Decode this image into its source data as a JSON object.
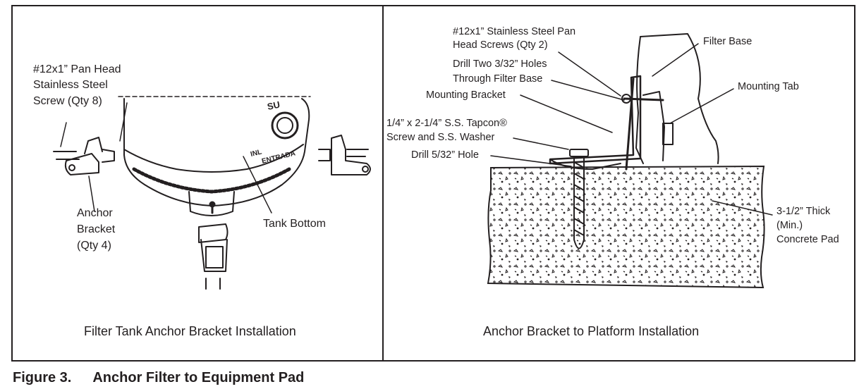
{
  "left_panel": {
    "caption": "Filter Tank Anchor Bracket Installation",
    "labels": {
      "screw": [
        "#12x1” Pan Head",
        "Stainless Steel",
        "Screw (Qty 8)"
      ],
      "bracket": [
        "Anchor",
        "Bracket",
        "(Qty 4)"
      ],
      "tank_bottom": "Tank Bottom"
    },
    "tank_text": [
      "SU",
      "INL",
      "ENTRADA"
    ]
  },
  "right_panel": {
    "caption": "Anchor Bracket to Platform Installation",
    "labels": {
      "pan_screws": [
        "#12x1” Stainless Steel Pan",
        "Head Screws (Qty 2)"
      ],
      "drill_holes": [
        "Drill Two 3/32” Holes",
        "Through Filter Base"
      ],
      "mounting_bracket": "Mounting Bracket",
      "tapcon": [
        "1/4” x 2-1/4” S.S. Tapcon®",
        "Screw and S.S. Washer"
      ],
      "drill_hole": "Drill 5/32” Hole",
      "filter_base": "Filter Base",
      "mounting_tab": "Mounting Tab",
      "concrete": [
        "3-1/2” Thick",
        "(Min.)",
        "Concrete Pad"
      ]
    }
  },
  "figure": {
    "number": "Figure 3.",
    "title": "Anchor Filter to Equipment Pad"
  },
  "colors": {
    "ink": "#231f20",
    "background": "#ffffff"
  }
}
